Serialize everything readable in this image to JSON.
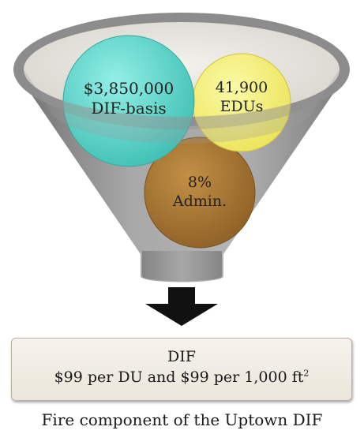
{
  "funnel": {
    "circles": [
      {
        "line1": "$3,850,000",
        "line2": "DIF-basis",
        "color": "#5fd3c9"
      },
      {
        "line1": "41,900",
        "line2": "EDUs",
        "color": "#f4f17a"
      },
      {
        "line1": "8%",
        "line2": "Admin.",
        "color": "#a87733"
      }
    ],
    "body_color": "#9a9a9a",
    "rim_color": "#e6e4df"
  },
  "result": {
    "title": "DIF",
    "line_prefix": "$99 per DU and $99 per 1,000 ft",
    "superscript": "2"
  },
  "caption": "Fire component of the Uptown DIF"
}
